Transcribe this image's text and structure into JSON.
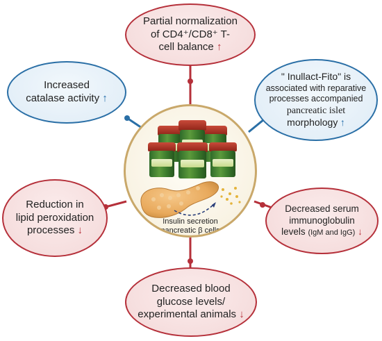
{
  "top": {
    "line1": "Partial normalization",
    "line2": "of CD4⁺/CD8⁺ T-",
    "line3": "cell balance",
    "arrow": "↑"
  },
  "upper_left": {
    "line1": "Increased",
    "line2": "catalase activity",
    "arrow": "↑"
  },
  "upper_right": {
    "line1": "\" Inullact-Fito\" is",
    "line2": "associated with reparative",
    "line3": "processes accompanied",
    "line4": "pancreatic islet",
    "line5": "morphology",
    "arrow": "↑"
  },
  "lower_left": {
    "line1": "Reduction in",
    "line2": "lipid peroxidation",
    "line3": "processes",
    "arrow": "↓"
  },
  "lower_right": {
    "line1": "Decreased serum",
    "line2": "immunoglobulin",
    "line3a": "levels",
    "line3b": "(IgM and IgG)",
    "arrow": "↓"
  },
  "bottom": {
    "line1": "Decreased blood",
    "line2": "glucose levels/",
    "line3": "experimental animals",
    "arrow": "↓"
  },
  "center": {
    "caption1": "Insulin secretion",
    "caption2": "pancreatic β cells"
  },
  "colors": {
    "red": "#b5303a",
    "blue": "#2a6fa6",
    "center_ring": "#c9a86a"
  }
}
